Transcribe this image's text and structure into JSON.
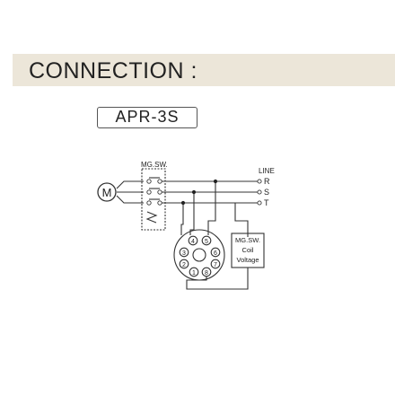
{
  "header": {
    "title": "CONNECTION :"
  },
  "model": {
    "label": "APR-3S"
  },
  "diagram": {
    "switch_label": "MG.SW.",
    "motor_label": "M",
    "line_label": "LINE",
    "phases": [
      "R",
      "S",
      "T"
    ],
    "socket_pins": [
      "1",
      "2",
      "3",
      "4",
      "5",
      "6",
      "7",
      "8"
    ],
    "coil_box": {
      "line1": "MG.SW.",
      "line2": "Coil",
      "line3": "Voltage"
    },
    "line_color": "#333333"
  }
}
